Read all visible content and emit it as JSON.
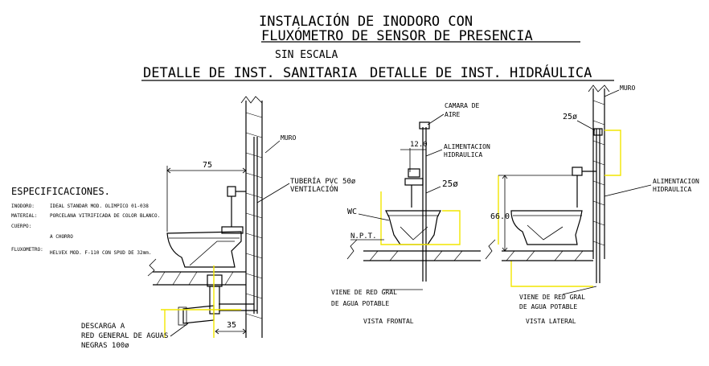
{
  "title": {
    "line1": "INSTALACIÓN DE INODORO CON",
    "line2": "FLUXÓMETRO DE SENSOR DE PRESENCIA",
    "scale": "SIN ESCALA"
  },
  "headers": {
    "sanitaria": "DETALLE DE INST. SANITARIA",
    "hidraulica": "DETALLE DE INST. HIDRÁULICA"
  },
  "specs": {
    "heading": "ESPECIFICACIONES.",
    "rows": [
      {
        "label": "INODORO:",
        "value": "IDEAL STANDAR MOD. OLIMPICO 01-038"
      },
      {
        "label": "MATERIAL:",
        "value": "PORCELANA VITRIFICADA DE COLOR BLANCO."
      },
      {
        "label": "CUERPO:",
        "value": ""
      },
      {
        "label": "",
        "value": "A CHORRO"
      },
      {
        "label": "FLUXOMETRO:",
        "value": "HELVEX MOD. F-110 CON SPUD DE 32mm."
      }
    ]
  },
  "sanitaria": {
    "dim_width": "75",
    "dim_35": "35",
    "muro": "MURO",
    "pvc_line1": "TUBERÍA PVC 50ø",
    "pvc_line2": "VENTILACIÓN",
    "descarga_line1": "DESCARGA A",
    "descarga_line2": "RED GENERAL DE AGUAS",
    "descarga_line3": "NEGRAS 100ø"
  },
  "frontal": {
    "camara_line1": "CAMARA DE",
    "camara_line2": "AIRE",
    "dim_12": "12.0",
    "alim_line1": "ALIMENTACION",
    "alim_line2": "HIDRAULICA",
    "dim_25": "25ø",
    "wc": "WC",
    "npt": "N.P.T.",
    "viene_line1": "VIENE DE RED GRAL",
    "viene_line2": "DE AGUA POTABLE",
    "caption": "VISTA FRONTAL"
  },
  "lateral": {
    "muro": "MURO",
    "dim_25": "25ø",
    "alim_line1": "ALIMENTACION",
    "alim_line2": "HIDRAULICA",
    "dim_66": "66.0",
    "viene_line1": "VIENE DE RED GRAL",
    "viene_line2": "DE AGUA POTABLE",
    "caption": "VISTA LATERAL"
  }
}
